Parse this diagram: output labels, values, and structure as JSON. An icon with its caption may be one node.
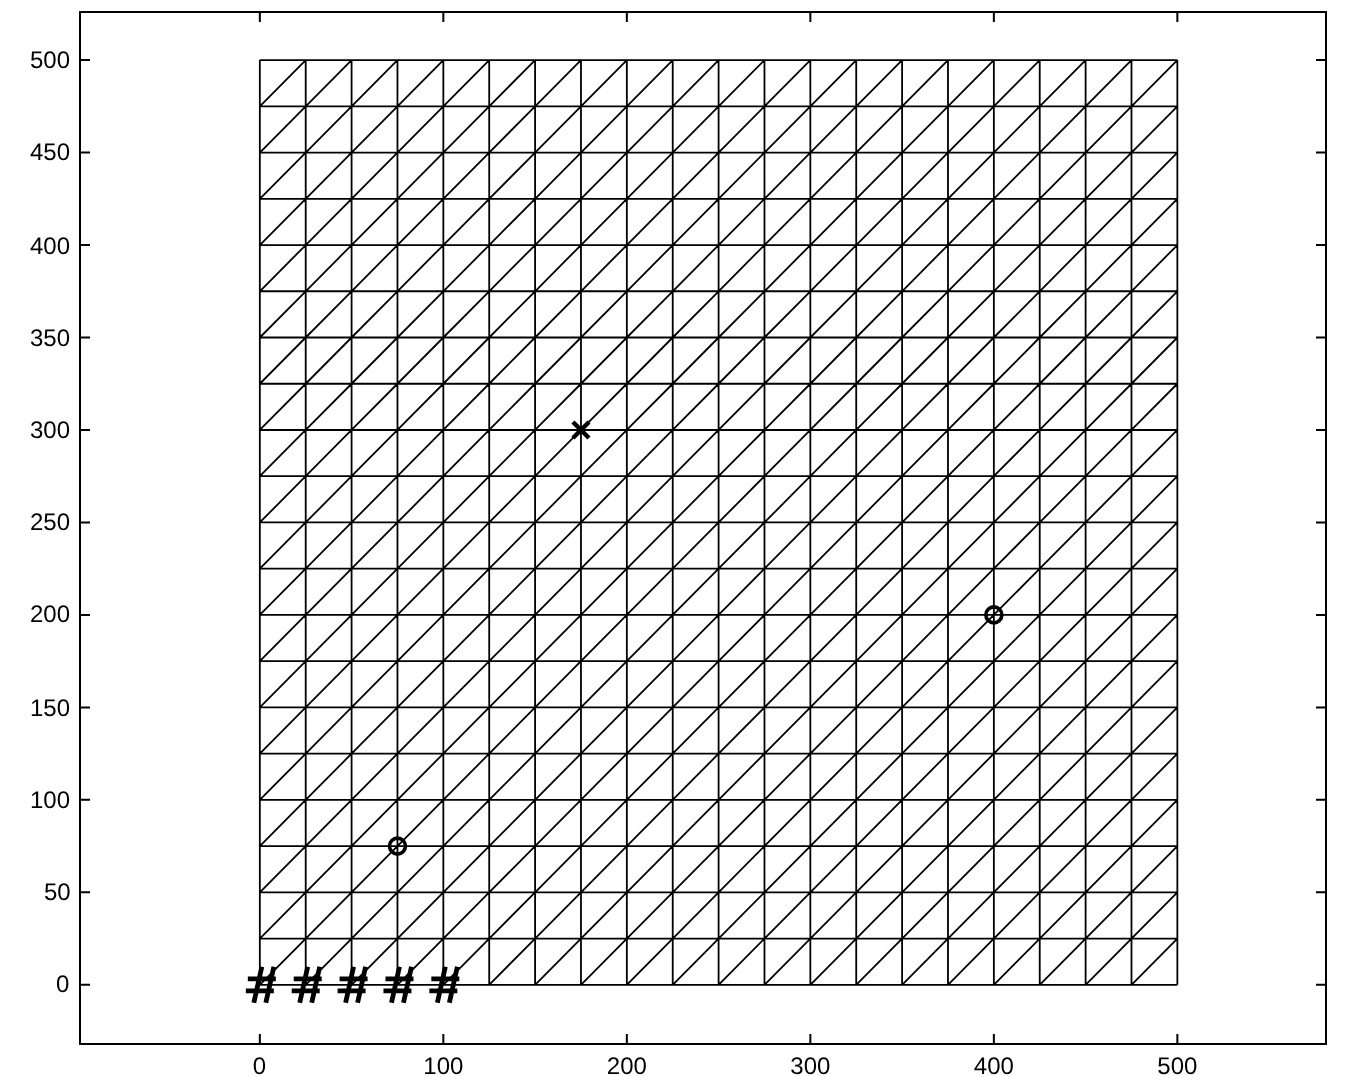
{
  "diagram": {
    "labels": [
      "500",
      "450",
      "400",
      "350",
      "300",
      "250",
      "200",
      "150",
      "100",
      "50",
      "0",
      "0",
      "100",
      "200",
      "300",
      "400",
      "500"
    ]
  }
}
